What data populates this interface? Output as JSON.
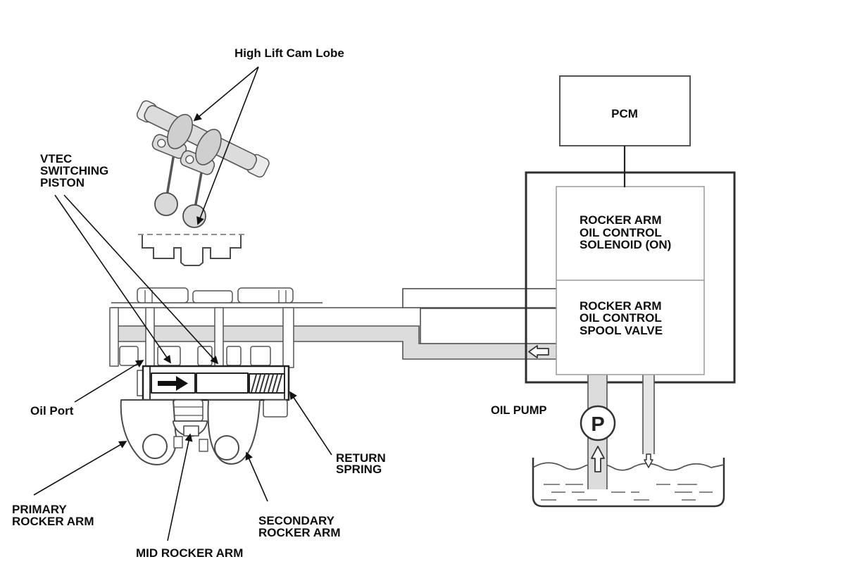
{
  "figure": {
    "type": "engine-vtec-oil-control-diagram",
    "state": "solenoid on / high lift engaged"
  },
  "labels": {
    "high_lift_cam_lobe": "High Lift Cam Lobe",
    "vtec_switching_piston": [
      "VTEC",
      "SWITCHING",
      "PISTON"
    ],
    "oil_port": "Oil Port",
    "primary_rocker_arm": [
      "PRIMARY",
      "ROCKER ARM"
    ],
    "mid_rocker_arm": "MID ROCKER ARM",
    "secondary_rocker_arm": [
      "SECONDARY",
      "ROCKER ARM"
    ],
    "return_spring": [
      "RETURN",
      "SPRING"
    ],
    "oil_pump": "OIL PUMP",
    "pcm": "PCM",
    "solenoid": [
      "ROCKER ARM",
      "OIL CONTROL",
      "SOLENOID (ON)"
    ],
    "spool_valve": [
      "ROCKER ARM",
      "OIL CONTROL",
      "SPOOL VALVE"
    ],
    "pump_symbol": "P"
  },
  "colors": {
    "line": "#3a3a3a",
    "box_border": "#2f2f2f",
    "inner_box_border": "#9a9a9a",
    "pipe_fill": "#dcdcdc",
    "metal_fill": "#d9d9d9",
    "text": "#0e0e0e",
    "background": "#ffffff"
  }
}
